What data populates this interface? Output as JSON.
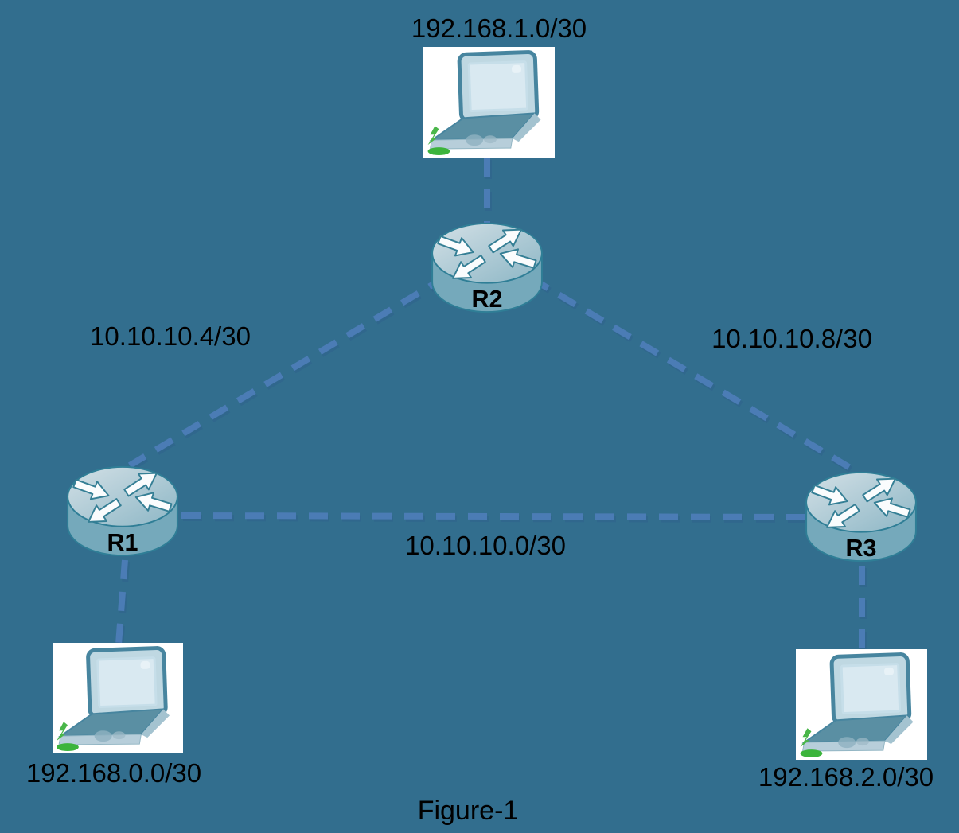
{
  "figure": {
    "caption": "Figure-1"
  },
  "colors": {
    "background": "#326E8E",
    "link": "#4B7CB5",
    "link_shadow": "#2F5F8C",
    "label_text": "#000000",
    "router_top": "#BCD2DB",
    "router_side": "#75A9BB",
    "router_outline": "#2F7E96",
    "laptop_background": "#FFFFFF",
    "laptop_teal": "#5A8FA3",
    "led_green": "#3CB43C"
  },
  "nodes": {
    "r1": {
      "type": "router",
      "label": "R1"
    },
    "r2": {
      "type": "router",
      "label": "R2"
    },
    "r3": {
      "type": "router",
      "label": "R3"
    },
    "pc_top": {
      "type": "laptop",
      "subnet": "192.168.1.0/30",
      "icon": "laptop-icon"
    },
    "pc_left": {
      "type": "laptop",
      "subnet": "192.168.0.0/30",
      "icon": "laptop-icon"
    },
    "pc_right": {
      "type": "laptop",
      "subnet": "192.168.2.0/30",
      "icon": "laptop-icon"
    }
  },
  "links": [
    {
      "from": "pc_top",
      "to": "r2",
      "label": ""
    },
    {
      "from": "r2",
      "to": "r1",
      "label": "10.10.10.4/30"
    },
    {
      "from": "r2",
      "to": "r3",
      "label": "10.10.10.8/30"
    },
    {
      "from": "r1",
      "to": "r3",
      "label": "10.10.10.0/30"
    },
    {
      "from": "r1",
      "to": "pc_left",
      "label": ""
    },
    {
      "from": "r3",
      "to": "pc_right",
      "label": ""
    }
  ]
}
